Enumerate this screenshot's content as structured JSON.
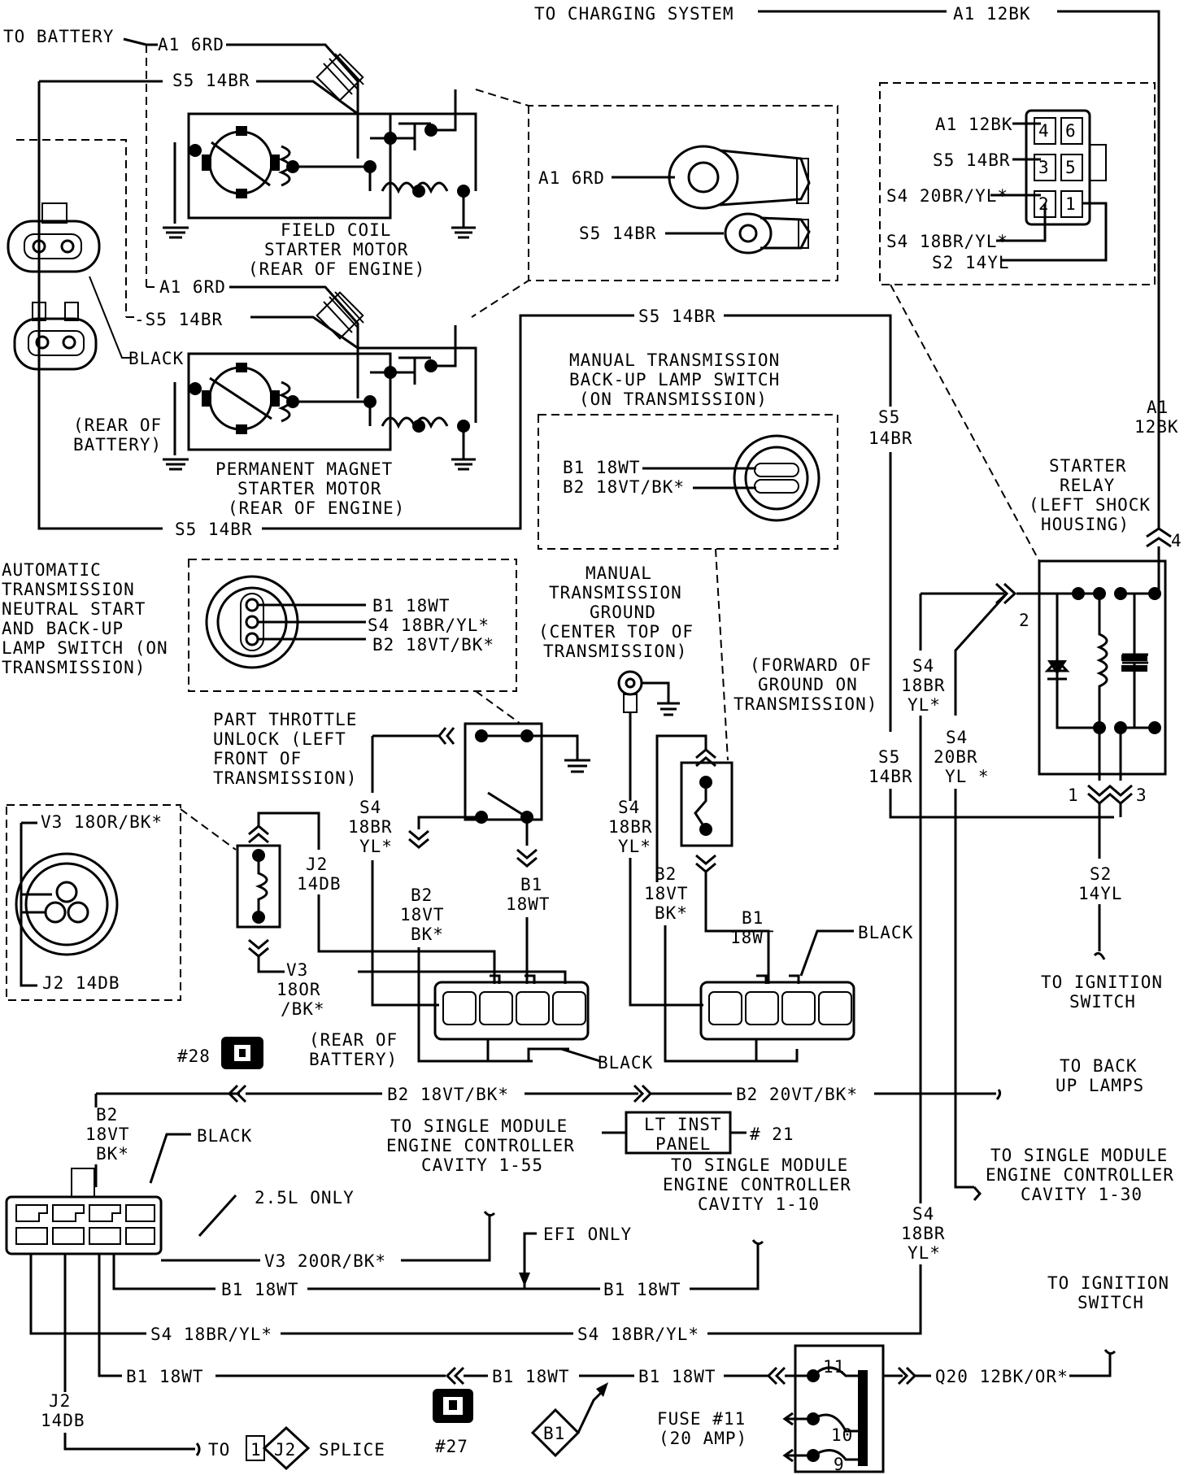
{
  "labels": {
    "to_charging_system": "TO CHARGING SYSTEM",
    "a1_12bk_top": "A1 12BK",
    "to_battery": "TO BATTERY",
    "a1_6rd_1": "A1 6RD",
    "s5_14br_1": "S5 14BR",
    "a1_6rd_2": "A1 6RD",
    "s5_14br_2": "-S5 14BR",
    "s5_14br_bottom": "S5 14BR",
    "black_batt": "BLACK",
    "rear_of_1": "(REAR OF",
    "battery_1": "BATTERY)",
    "field_coil_1": "FIELD COIL",
    "field_coil_2": "STARTER MOTOR",
    "field_coil_3": "(REAR OF ENGINE)",
    "pm_1": "PERMANENT MAGNET",
    "pm_2": "STARTER MOTOR",
    "pm_3": "(REAR OF ENGINE)",
    "inset_a1_6rd": "A1 6RD",
    "inset_s5_14br": "S5 14BR",
    "relay_conn_a1": "A1 12BK",
    "relay_conn_s5": "S5 14BR",
    "relay_conn_s4_20": "S4 20BR/YL*",
    "relay_conn_s4_18": "S4 18BR/YL*",
    "relay_conn_s2": "S2 14YL",
    "s5_14br_mid": "S5 14BR",
    "mt_switch_1": "MANUAL TRANSMISSION",
    "mt_switch_2": "BACK-UP LAMP SWITCH",
    "mt_switch_3": "(ON TRANSMISSION)",
    "mt_b1": "B1 18WT",
    "mt_b2": "B2 18VT/BK*",
    "a1_v1": "A1",
    "a1_v2": "12BK",
    "s5_v1": "S5",
    "s5_v2": "14BR",
    "relay_1": "STARTER",
    "relay_2": "RELAY",
    "relay_3": "(LEFT SHOCK",
    "relay_4": "HOUSING)",
    "pin4": "4",
    "pin2": "2",
    "pin1": "1",
    "pin3": "3",
    "at_1": "AUTOMATIC",
    "at_2": "TRANSMISSION",
    "at_3": "NEUTRAL START",
    "at_4": "AND BACK-UP",
    "at_5": "LAMP SWITCH (ON",
    "at_6": "TRANSMISSION)",
    "at_b1": "B1 18WT",
    "at_s4": "S4 18BR/YL*",
    "at_b2": "B2 18VT/BK*",
    "mtg_1": "MANUAL",
    "mtg_2": "TRANSMISSION",
    "mtg_3": "GROUND",
    "mtg_4": "(CENTER TOP OF",
    "mtg_5": "TRANSMISSION)",
    "fwd_1": "(FORWARD OF",
    "fwd_2": "GROUND ON",
    "fwd_3": "TRANSMISSION)",
    "s4_r1": "S4",
    "s4_r2": "18BR",
    "s4_r3": "YL*",
    "s4b_1": "S4",
    "s4b_2": "20BR",
    "s4b_3": "YL *",
    "s5b_1": "S5",
    "s5b_2": "14BR",
    "pt_1": "PART THROTTLE",
    "pt_2": "UNLOCK (LEFT",
    "pt_3": "FRONT OF",
    "pt_4": "TRANSMISSION)",
    "v3_inset": "V3 18OR/BK*",
    "j2_inset": "J2 14DB",
    "j2_1": "J2",
    "j2_2": "14DB",
    "s4c_1": "S4",
    "s4c_2": "18BR",
    "s4c_3": "YL*",
    "b2a_1": "B2",
    "b2a_2": "18VT",
    "b2a_3": "BK*",
    "b1a_1": "B1",
    "b1a_2": "18WT",
    "v3_1": "V3",
    "v3_2": "18OR",
    "v3_3": "/BK*",
    "s4d_1": "S4",
    "s4d_2": "18BR",
    "s4d_3": "YL*",
    "b2b_1": "B2",
    "b2b_2": "18VT",
    "b2b_3": "BK*",
    "b1b_1": "B1",
    "b1b_2": "18WT",
    "black_conn": "BLACK",
    "s2_1": "S2",
    "s2_2": "14YL",
    "to_ign_1": "TO IGNITION",
    "to_ign_2": "SWITCH",
    "c28": "#28",
    "rear_of_2": "(REAR OF",
    "battery_2": "BATTERY)",
    "black_conn2": "BLACK",
    "to_backup_1": "TO BACK",
    "to_backup_2": "UP LAMPS",
    "b2_18": "B2 18VT/BK*",
    "b2_20": "B2 20VT/BK*",
    "lt_inst_1": "LT INST",
    "lt_inst_2": "PANEL",
    "c21": "# 21",
    "b2c_1": "B2",
    "b2c_2": "18VT",
    "b2c_3": "BK*",
    "black_big": "BLACK",
    "smec55_1": "TO SINGLE MODULE",
    "smec55_2": "ENGINE CONTROLLER",
    "smec55_3": "CAVITY 1-55",
    "smec10_1": "TO SINGLE MODULE",
    "smec10_2": "ENGINE CONTROLLER",
    "smec10_3": "CAVITY 1-10",
    "smec30_1": "TO SINGLE MODULE",
    "smec30_2": "ENGINE CONTROLLER",
    "smec30_3": "CAVITY 1-30",
    "only25": "2.5L ONLY",
    "v3_20": "V3 20OR/BK*",
    "efi": "EFI ONLY",
    "b1_l": "B1 18WT",
    "b1_r": "B1 18WT",
    "s4e_1": "S4",
    "s4e_2": "18BR",
    "s4e_3": "YL*",
    "to_ign2_1": "TO IGNITION",
    "to_ign2_2": "SWITCH",
    "s4_l": "S4 18BR/YL*",
    "s4_r": "S4 18BR/YL*",
    "b1_b1": "B1 18WT",
    "b1_b2": "B1 18WT",
    "b1_b3": "B1 18WT",
    "q20": "Q20 12BK/OR*",
    "j2b_1": "J2",
    "j2b_2": "14DB",
    "to": "TO",
    "splice_1": "1",
    "splice_j2": "J2",
    "splice": "SPLICE",
    "c27": "#27",
    "b1_diamond": "B1",
    "fuse_1": "FUSE #11",
    "fuse_2": "(20 AMP)",
    "f11": "11",
    "f10": "10",
    "f9": "9",
    "relay_pins": [
      "4",
      "6",
      "3",
      "5",
      "2",
      "1"
    ]
  }
}
